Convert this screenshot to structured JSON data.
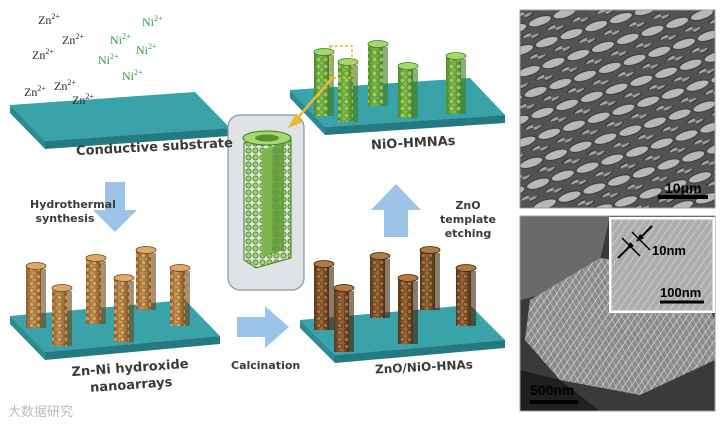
{
  "ions": [
    {
      "sym": "Zn",
      "ch": "2+",
      "kind": "zn"
    },
    {
      "sym": "Ni",
      "ch": "2+",
      "kind": "ni"
    },
    {
      "sym": "Zn",
      "ch": "2+",
      "kind": "zn"
    },
    {
      "sym": "Ni",
      "ch": "2+",
      "kind": "ni"
    },
    {
      "sym": "Zn",
      "ch": "2+",
      "kind": "zn"
    },
    {
      "sym": "Ni",
      "ch": "2+",
      "kind": "ni"
    },
    {
      "sym": "Ni",
      "ch": "2+",
      "kind": "ni"
    },
    {
      "sym": "Zn",
      "ch": "2+",
      "kind": "zn"
    },
    {
      "sym": "Ni",
      "ch": "2+",
      "kind": "ni"
    },
    {
      "sym": "Zn",
      "ch": "2+",
      "kind": "zn"
    },
    {
      "sym": "Zn",
      "ch": "2+",
      "kind": "zn"
    }
  ],
  "labels": {
    "substrate": "Conductive substrate",
    "hydrothermal": [
      "Hydrothermal",
      "synthesis"
    ],
    "hydroxide": [
      "Zn-Ni hydroxide",
      "nanoarrays"
    ],
    "calcination": "Calcination",
    "zno_nio": "ZnO/NiO-HNAs",
    "etching": [
      "ZnO template",
      "etching"
    ],
    "nio": "NiO-HMNAs"
  },
  "sem": {
    "top_scale": "10μm",
    "bottom_scale": "500nm",
    "inset_scale": "100nm",
    "thickness": "10nm"
  },
  "watermark": "大数据研究",
  "colors": {
    "substrate_top": "#3aa2a9",
    "substrate_side": "#2a7f86",
    "arrow": "#9cc3e8",
    "green_rod": "#6aa83a",
    "brown_rod": "#a8773a",
    "dark_brown_rod": "#7a4e26"
  }
}
